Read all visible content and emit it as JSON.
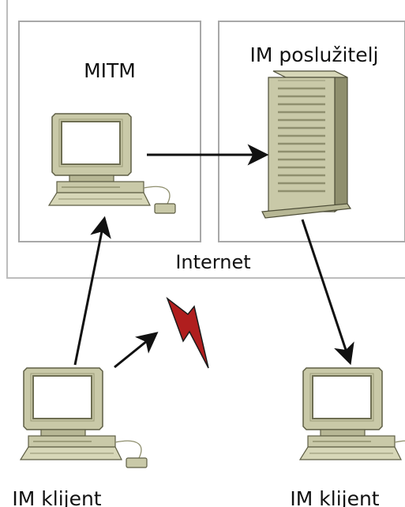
{
  "labels": {
    "mitm": "MITM",
    "server": "IM poslužitelj",
    "internet": "Internet",
    "client_left": "IM klijent",
    "client_right": "IM klijent"
  },
  "icons": {
    "mitm_computer": "desktop-computer-icon",
    "server": "server-tower-icon",
    "client_left_computer": "desktop-computer-icon",
    "client_right_computer": "desktop-computer-icon",
    "attack": "lightning-bolt-icon"
  },
  "colors": {
    "box_stroke": "#a8a8a8",
    "computer_body": "#c9c9a8",
    "computer_dark": "#8f8f6e",
    "screen": "#ffffff",
    "bolt_fill": "#b01e1e",
    "arrow": "#111111"
  }
}
